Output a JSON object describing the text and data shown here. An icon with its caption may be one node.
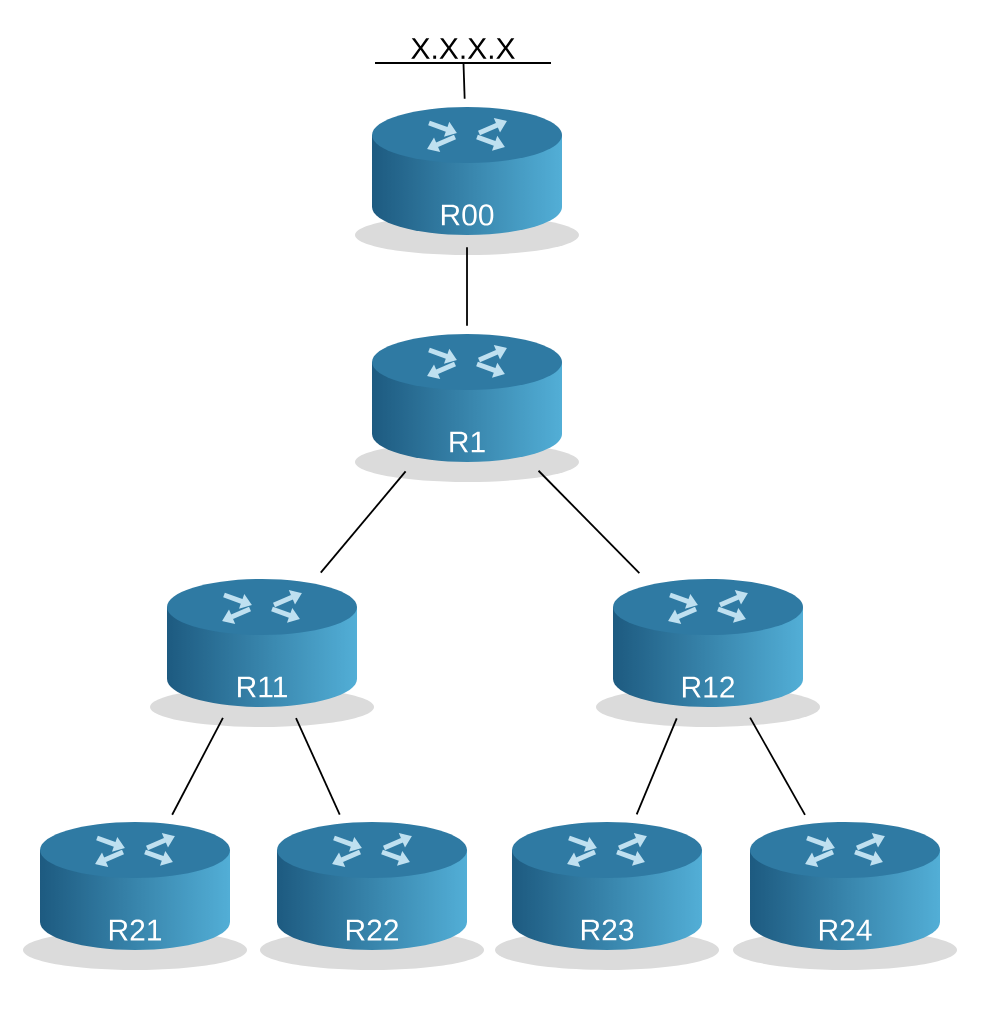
{
  "diagram": {
    "nodes": [
      {
        "text": [
          "X.X.X.X"
        ]
      },
      {
        "text": [
          "R00"
        ]
      },
      {
        "text": [
          "R1"
        ]
      },
      {
        "text": [
          "R11"
        ]
      },
      {
        "text": [
          "R12"
        ]
      },
      {
        "text": [
          "R21"
        ]
      },
      {
        "text": [
          "R22"
        ]
      },
      {
        "text": [
          "R23"
        ]
      },
      {
        "text": [
          "R24"
        ]
      }
    ],
    "edges": [
      {
        "from": 0,
        "to": 1,
        "arrow": "none"
      },
      {
        "from": 1,
        "to": 2,
        "arrow": "none"
      },
      {
        "from": 2,
        "to": 3,
        "arrow": "none"
      },
      {
        "from": 2,
        "to": 4,
        "arrow": "none"
      },
      {
        "from": 3,
        "to": 5,
        "arrow": "none"
      },
      {
        "from": 3,
        "to": 6,
        "arrow": "none"
      },
      {
        "from": 4,
        "to": 7,
        "arrow": "none"
      },
      {
        "from": 4,
        "to": 8,
        "arrow": "none"
      }
    ]
  }
}
